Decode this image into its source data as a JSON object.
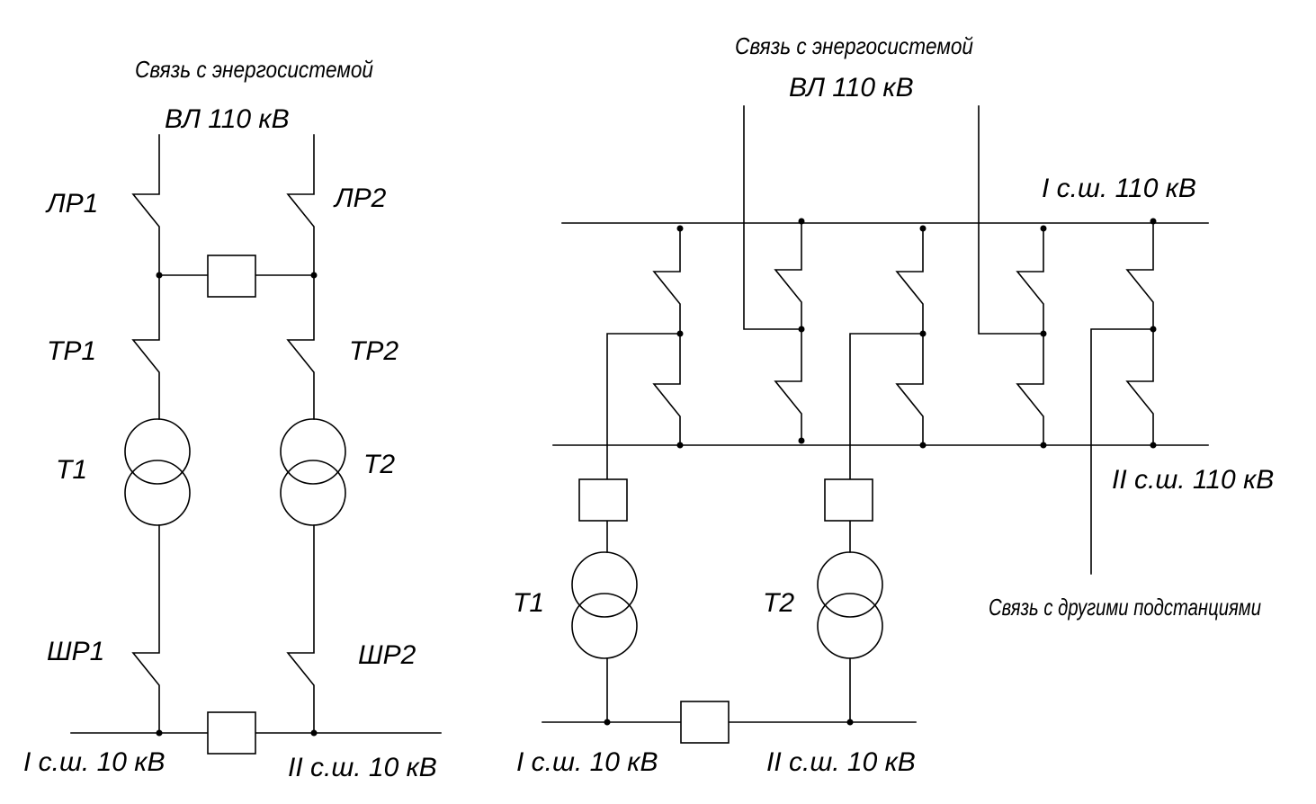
{
  "left_scheme": {
    "caption_top": "Связь с энергосистемой",
    "line_label": "ВЛ 110 кВ",
    "labels": {
      "lr1": "ЛР1",
      "lr2": "ЛР2",
      "tr1": "ТР1",
      "tr2": "ТР2",
      "t1": "Т1",
      "t2": "Т2",
      "shr1": "ШР1",
      "shr2": "ШР2",
      "bus1": "I с.ш. 10 кВ",
      "bus2": "II с.ш. 10 кВ"
    }
  },
  "right_scheme": {
    "caption_top": "Связь с энергосистемой",
    "line_label": "ВЛ 110 кВ",
    "labels": {
      "bus_hv1": "I с.ш. 110 кВ",
      "bus_hv2": "II с.ш. 110 кВ",
      "t1": "Т1",
      "t2": "Т2",
      "bus1": "I с.ш. 10 кВ",
      "bus2": "II с.ш. 10 кВ",
      "caption_bottom": "Связь с другими подстанциями"
    }
  }
}
